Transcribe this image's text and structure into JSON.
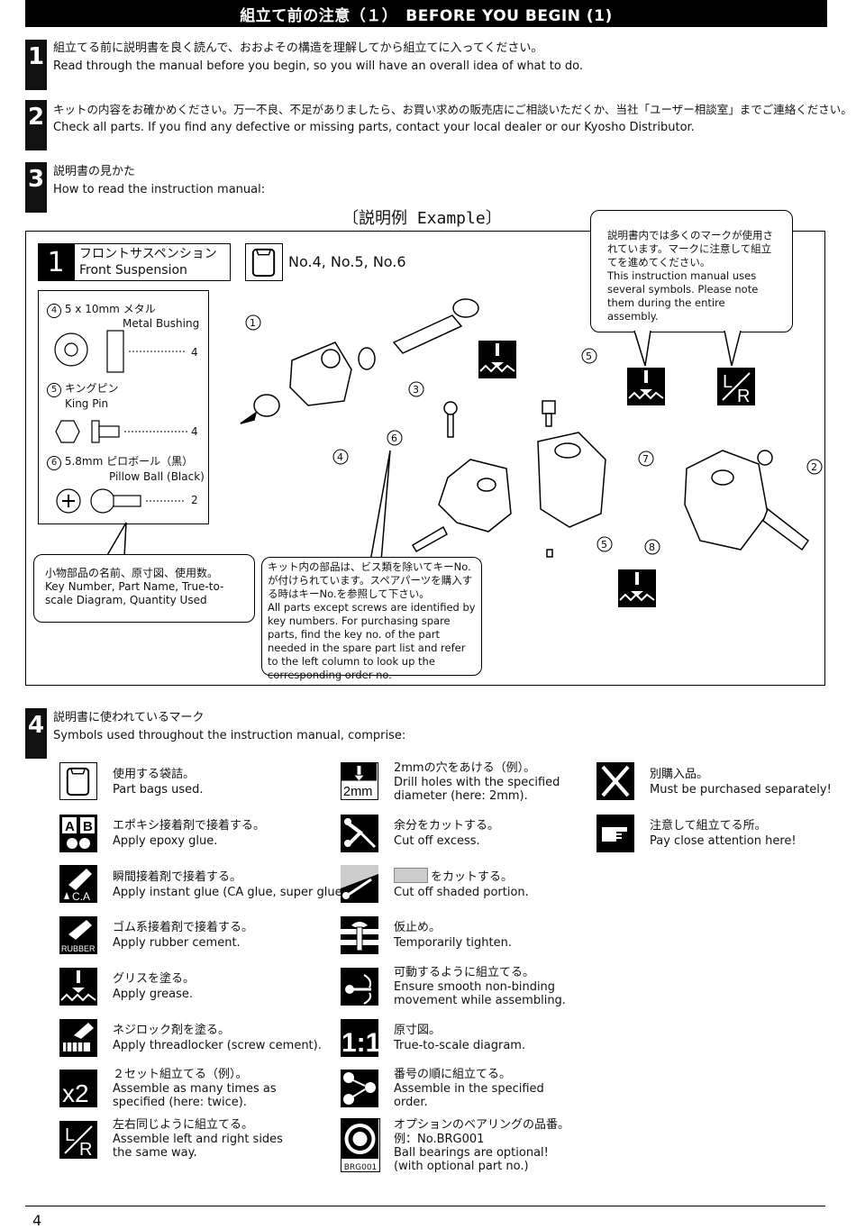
{
  "header": {
    "title": "組立て前の注意（１）　BEFORE YOU BEGIN (1)"
  },
  "steps": [
    {
      "num": "1",
      "jp": "組立てる前に説明書を良く読んで、おおよその構造を理解してから組立てに入ってください。",
      "en": "Read through the manual before you begin, so you will have an overall idea of what to do."
    },
    {
      "num": "2",
      "jp": "キットの内容をお確かめください。万一不良、不足がありましたら、お買い求めの販売店にご相談いただくか、当社「ユーザー相談室」までご連絡ください。",
      "en": "Check all parts. If you find any defective or missing parts, contact your local dealer or our Kyosho Distributor."
    },
    {
      "num": "3",
      "jp": "説明書の見かた",
      "en": "How to read the instruction manual:"
    },
    {
      "num": "4",
      "jp": "説明書に使われているマーク",
      "en": "Symbols used throughout the instruction manual, comprise:"
    }
  ],
  "example": {
    "title": "〔説明例 Example〕",
    "step_num": "1",
    "step_jp": "フロントサスペンション",
    "step_en": "Front Suspension",
    "bag_label": "No.4, No.5, No.6",
    "parts": [
      {
        "key": "4",
        "name_jp": "5 x 10mm メタル",
        "name_en": "Metal Bushing",
        "qty": "4"
      },
      {
        "key": "5",
        "name_jp": "キングピン",
        "name_en": "King Pin",
        "qty": "4"
      },
      {
        "key": "6",
        "name_jp": "5.8mm ピロボール（黒）",
        "name_en": "Pillow Ball (Black)",
        "qty": "2"
      }
    ],
    "callouts": [
      "1",
      "2",
      "3",
      "4",
      "5",
      "5",
      "6",
      "7",
      "8"
    ],
    "bubble_symbols_jp": "説明書内では多くのマークが使用されています。マークに注意して組立てを進めてください。",
    "bubble_symbols_en": "This instruction manual uses several symbols.  Please note them during the entire assembly.",
    "bubble_key_jp": "小物部品の名前、原寸図、使用数。",
    "bubble_key_en": "Key Number, Part Name, True-to-scale Diagram, Quantity Used",
    "bubble_spare_jp": "キット内の部品は、ビス類を除いてキーNo.が付けられています。スペアパーツを購入する時はキーNo.を参照して下さい。",
    "bubble_spare_en": "All parts except screws are identified by key numbers.  For purchasing spare parts, find the key no. of the part needed in the spare part list and refer to the left column to look up the corresponding order no.",
    "lr_mark": "L/R"
  },
  "symbols": {
    "col1": [
      {
        "icon": "part-bag-icon",
        "jp": "使用する袋詰。",
        "en": "Part bags used."
      },
      {
        "icon": "epoxy-glue-icon",
        "jp": "エポキシ接着剤で接着する。",
        "en": "Apply epoxy glue.",
        "mark": "A B"
      },
      {
        "icon": "ca-glue-icon",
        "jp": "瞬間接着剤で接着する。",
        "en": "Apply instant glue (CA glue, super glue).",
        "mark": "C.A"
      },
      {
        "icon": "rubber-cement-icon",
        "jp": "ゴム系接着剤で接着する。",
        "en": "Apply rubber cement.",
        "mark": "RUBBER"
      },
      {
        "icon": "grease-icon",
        "jp": "グリスを塗る。",
        "en": "Apply grease."
      },
      {
        "icon": "threadlocker-icon",
        "jp": "ネジロック剤を塗る。",
        "en": "Apply threadlocker (screw cement)."
      },
      {
        "icon": "times-two-icon",
        "jp": "２セット組立てる（例）。",
        "en": "Assemble as many times as specified (here: twice).",
        "mark": "x2"
      },
      {
        "icon": "left-right-icon",
        "jp": "左右同じように組立てる。",
        "en": "Assemble left and right sides the same way.",
        "mark": "L/R"
      }
    ],
    "col2": [
      {
        "icon": "drill-hole-icon",
        "jp": "2mmの穴をあける（例）。",
        "en": "Drill holes with the specified diameter (here: 2mm).",
        "mark": "2mm"
      },
      {
        "icon": "cut-excess-icon",
        "jp": "余分をカットする。",
        "en": "Cut off excess."
      },
      {
        "icon": "cut-shaded-icon",
        "jp": "をカットする。",
        "en": "Cut off shaded portion."
      },
      {
        "icon": "temporary-tighten-icon",
        "jp": "仮止め。",
        "en": "Temporarily tighten."
      },
      {
        "icon": "smooth-movement-icon",
        "jp": "可動するように組立てる。",
        "en": "Ensure smooth non-binding movement while assembling."
      },
      {
        "icon": "true-scale-icon",
        "jp": "原寸図。",
        "en": "True-to-scale diagram.",
        "mark": "1:1"
      },
      {
        "icon": "order-icon",
        "jp": "番号の順に組立てる。",
        "en": "Assemble in the specified order."
      },
      {
        "icon": "bearing-icon",
        "jp": "オプションのベアリングの品番。",
        "jp2": "例：No.BRG001",
        "en": "Ball bearings are optional! (with optional part no.)",
        "mark": "BRG001"
      }
    ],
    "col3": [
      {
        "icon": "purchase-separately-icon",
        "jp": "別購入品。",
        "en": "Must be purchased separately!",
        "mark": "X"
      },
      {
        "icon": "attention-icon",
        "jp": "注意して組立てる所。",
        "en": "Pay close attention here!"
      }
    ]
  },
  "page_number": "4"
}
